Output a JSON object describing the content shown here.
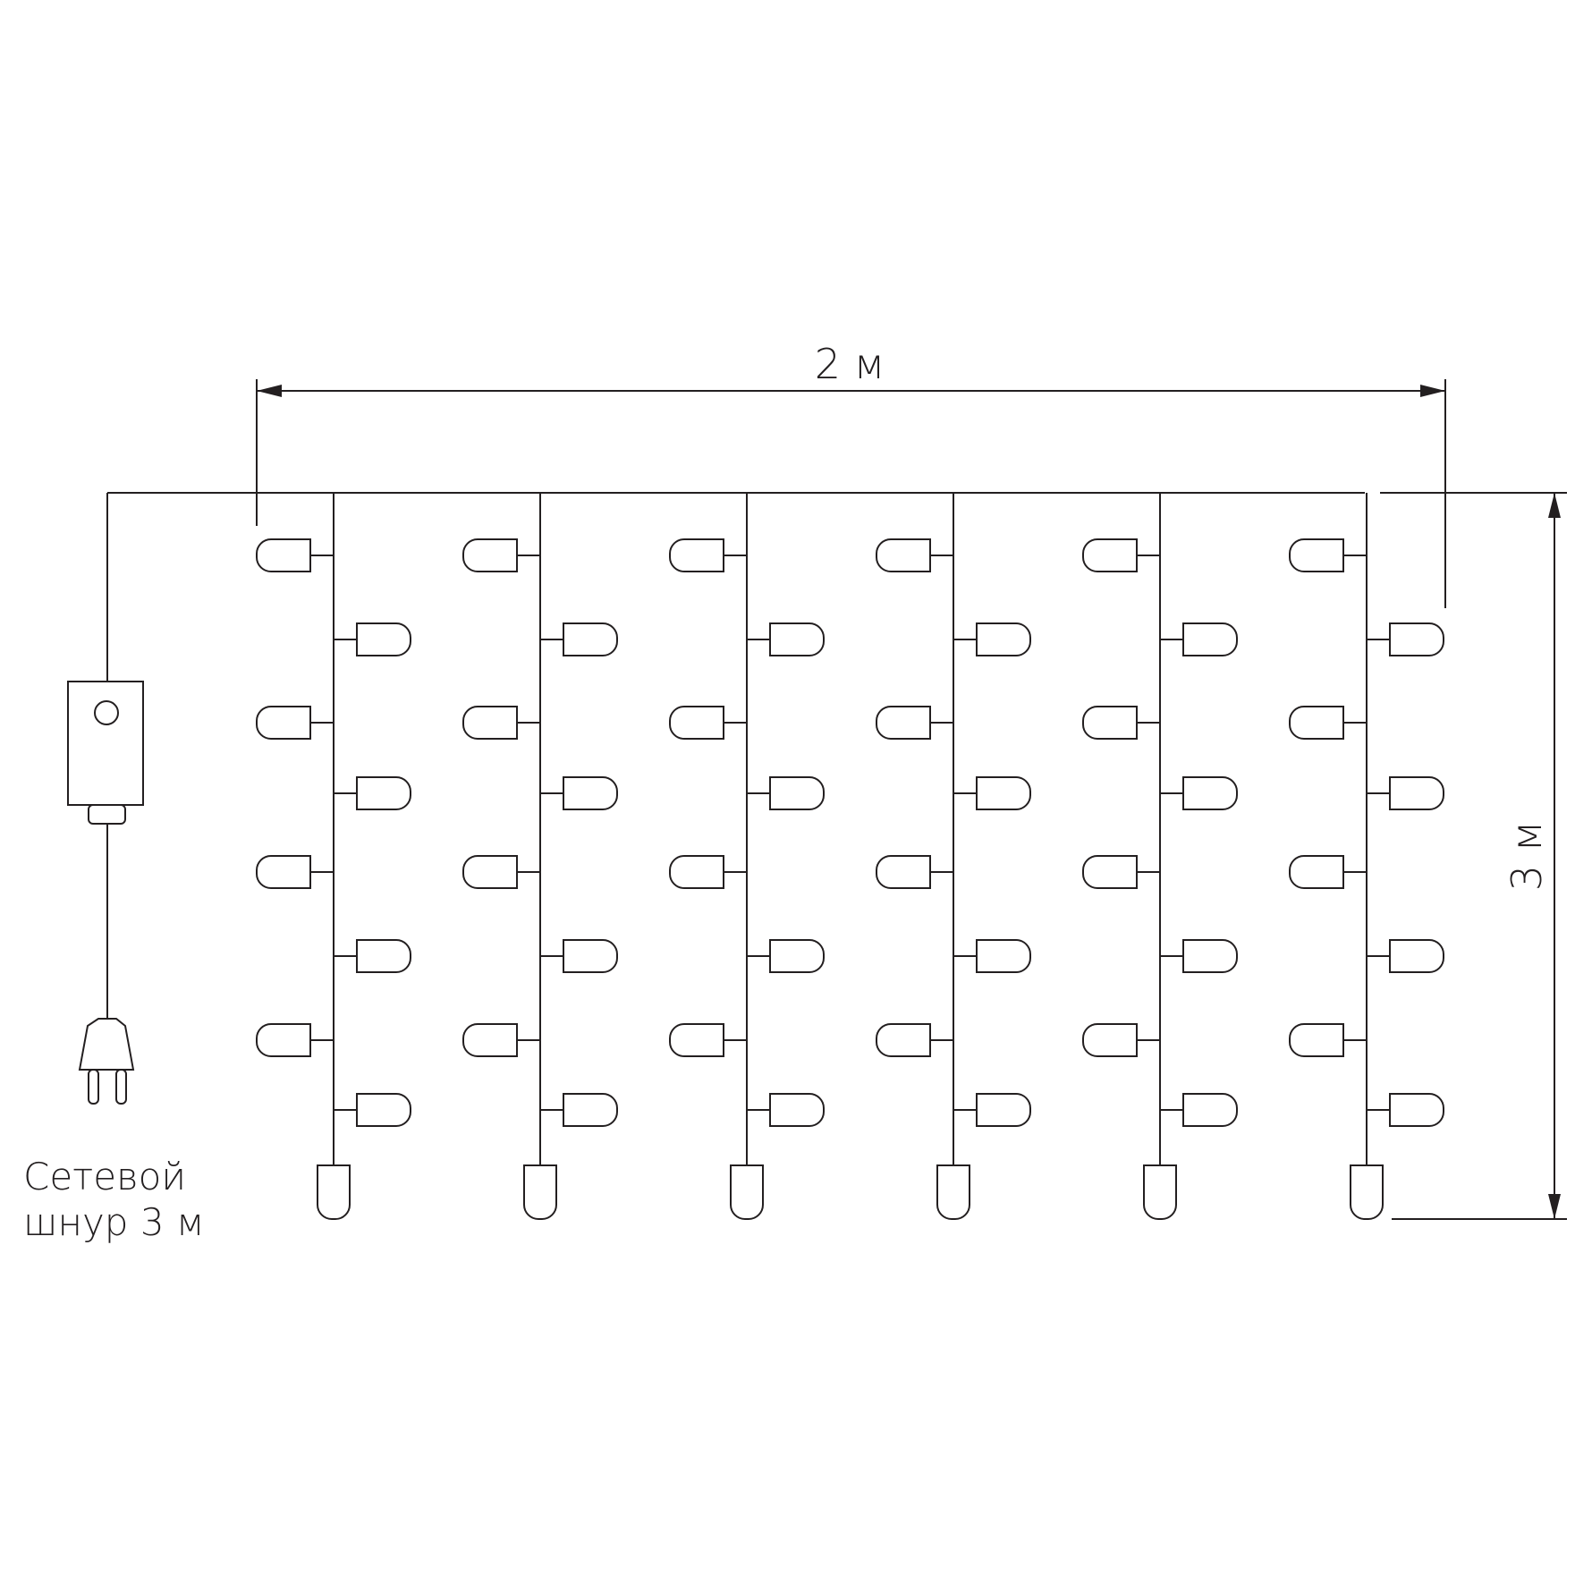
{
  "diagram": {
    "width_label": "2 м",
    "height_label": "3 м",
    "cord_label_line1": "Сетевой",
    "cord_label_line2": "шнур 3 м",
    "strand_count": 6,
    "bulbs_per_strand": 9,
    "line_color": "#231f20",
    "background_color": "#ffffff"
  }
}
